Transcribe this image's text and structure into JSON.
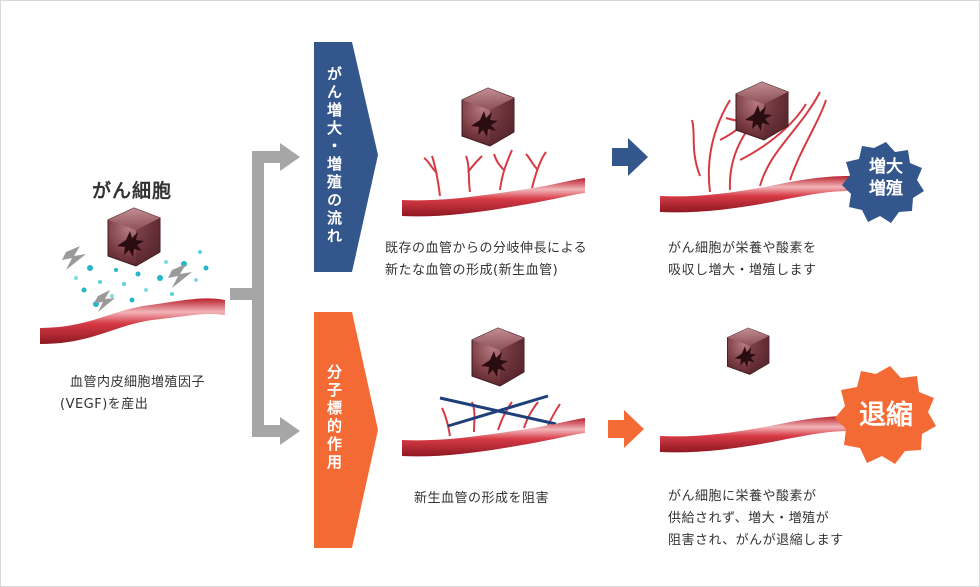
{
  "cancer_cell": {
    "title": "がん細胞",
    "vegf_line1": "血管内皮細胞増殖因子",
    "vegf_line2": "(VEGF)を産出"
  },
  "growth_flow": {
    "label": "がん増大・増殖の流れ",
    "step1_line1": "既存の血管からの分岐伸長による",
    "step1_line2": "新たな血管の形成(新生血管)",
    "step2_line1": "がん細胞が栄養や酸素を",
    "step2_line2": "吸収し増大・増殖します",
    "badge_line1": "増大",
    "badge_line2": "増殖"
  },
  "molecular_action": {
    "label": "分子標的作用",
    "step1_line1": "新生血管の形成を阻害",
    "step2_line1": "がん細胞に栄養や酸素が",
    "step2_line2": "供給されず、増大・増殖が",
    "step2_line3": "阻害され、がんが退縮します",
    "badge": "退縮"
  },
  "colors": {
    "growth_blue": "#33568c",
    "action_orange": "#f46a35",
    "connector_gray": "#a6a6a6",
    "vessel_red": "#d63a45"
  }
}
